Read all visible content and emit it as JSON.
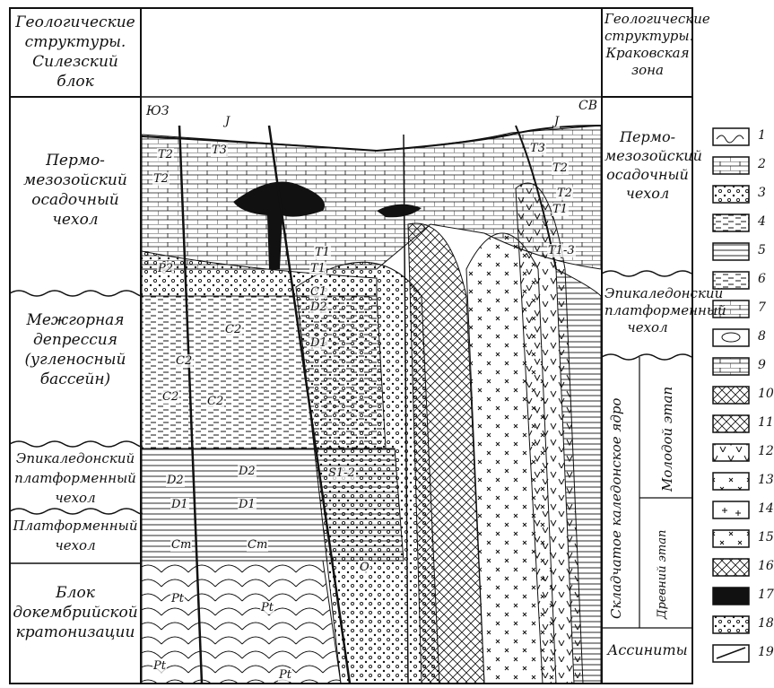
{
  "left_column": {
    "header": "Геологические структуры. Силезский блок",
    "zones": [
      "Пермо-мезозойский осадочный чехол",
      "Межгорная депрессия (угленосный бассейн)",
      "Эпикаледонский платформенный чехол",
      "Платформенный чехол",
      "Блок докембрийской кратонизации"
    ]
  },
  "right_column": {
    "header": "Геологические структуры. Краковская зона",
    "zones": [
      "Пермо-мезозойский осадочный чехол",
      "Эпикаледонский платформенный чехол",
      "Складчатое каледонское ядро",
      "Молодой этап",
      "Древний этап",
      "Ассиниты"
    ]
  },
  "corners": {
    "sw": "ЮЗ",
    "ne": "СВ"
  },
  "strata_labels": [
    "J",
    "T3",
    "T2",
    "T2",
    "T1",
    "T1",
    "P2",
    "C1",
    "D2",
    "C2",
    "C2",
    "D1",
    "C2",
    "C2",
    "D2",
    "D2",
    "D1",
    "D1",
    "Cm",
    "Cm",
    "Pt",
    "Pt",
    "Pt",
    "Pt",
    "O",
    "S1-2",
    "J",
    "T3",
    "T2",
    "T2",
    "T1",
    "T1-3"
  ],
  "legend": [
    "1",
    "2",
    "3",
    "4",
    "5",
    "6",
    "7",
    "8",
    "9",
    "10",
    "11",
    "12",
    "13",
    "14",
    "15",
    "16",
    "17",
    "18",
    "19"
  ]
}
